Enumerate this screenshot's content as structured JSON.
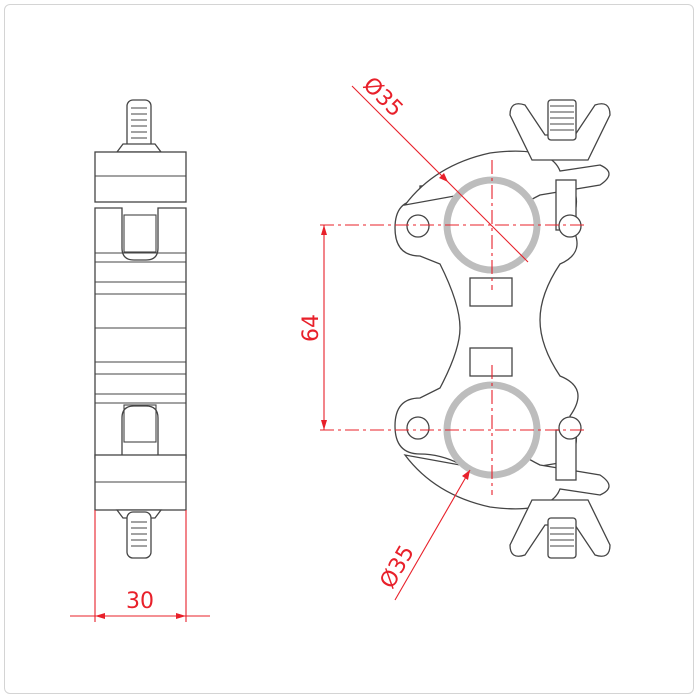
{
  "colors": {
    "dimension": "#e8202a",
    "outline": "#444444",
    "tube": "#bdbdbd"
  },
  "dimensions": {
    "width_side": "30",
    "tube_spacing": "64",
    "tube_diameter_top": "Ø35",
    "tube_diameter_bottom": "Ø35"
  }
}
